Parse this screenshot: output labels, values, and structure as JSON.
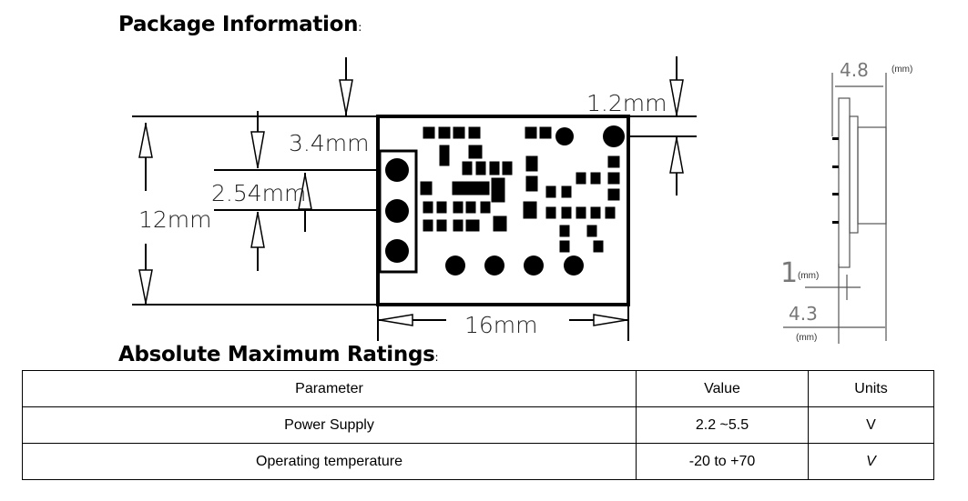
{
  "package_heading": "Package Information",
  "ratings_heading": "Absolute Maximum Ratings",
  "heading_suffix": ":",
  "drawing": {
    "top_dim": "1.2mm",
    "pin_offset": "3.4mm",
    "pitch": "2.54mm",
    "height": "12mm",
    "width": "16mm",
    "side_thickness": "4.8",
    "side_pin": "1",
    "side_depth": "4.3",
    "unit": "(mm)"
  },
  "table": {
    "headers": [
      "Parameter",
      "Value",
      "Units"
    ],
    "rows": [
      [
        "Power Supply",
        "2.2 ~5.5",
        "V"
      ],
      [
        "Operating temperature",
        "-20 to +70",
        "V"
      ]
    ]
  }
}
